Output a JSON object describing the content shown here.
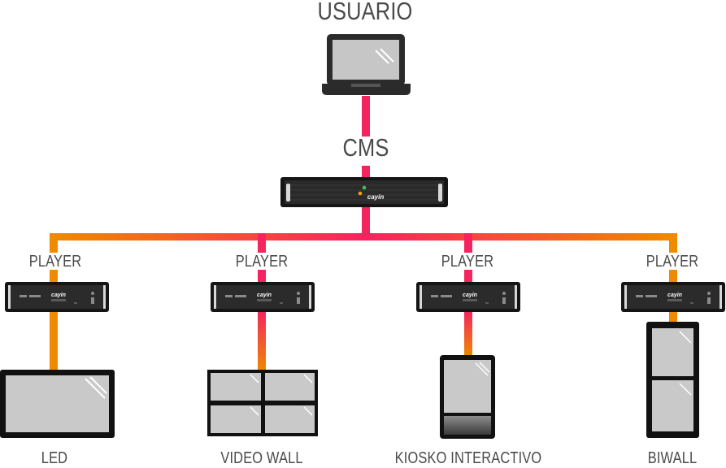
{
  "colors": {
    "pink": "#f4245f",
    "orange": "#ee8b00",
    "device_dark": "#111111",
    "screen_gray": "#c9c9c9",
    "laptop_frame": "#222222",
    "led_green": "#37c94a",
    "led_orange": "#f2a100"
  },
  "user": {
    "label": "USUARIO",
    "icon": "laptop-icon"
  },
  "cms": {
    "label": "CMS",
    "icon": "server-icon",
    "brand": "cayin"
  },
  "players": [
    {
      "label": "PLAYER",
      "brand": "cayin",
      "device_label": "LED",
      "device_icon": "led-screen-icon"
    },
    {
      "label": "PLAYER",
      "brand": "cayin",
      "device_label": "VIDEO WALL",
      "device_icon": "video-wall-icon"
    },
    {
      "label": "PLAYER",
      "brand": "cayin",
      "device_label": "KIOSKO INTERACTIVO",
      "device_icon": "kiosk-icon"
    },
    {
      "label": "PLAYER",
      "brand": "cayin",
      "device_label": "BIWALL",
      "device_icon": "biwall-icon"
    }
  ]
}
